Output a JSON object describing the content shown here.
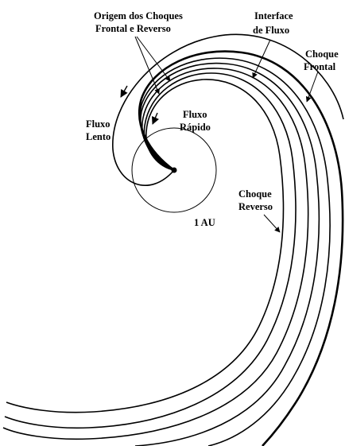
{
  "labels": {
    "origin_line1": "Origem dos Choques",
    "origin_line2": "Frontal e Reverso",
    "interface_line1": "Interface",
    "interface_line2": "de Fluxo",
    "forward_line1": "Choque",
    "forward_line2": "Frontal",
    "slow_line1": "Fluxo",
    "slow_line2": "Lento",
    "fast_line1": "Fluxo",
    "fast_line2": "Rápido",
    "reverse_line1": "Choque",
    "reverse_line2": "Reverso",
    "au": "1 AU"
  },
  "colors": {
    "ink": "#000000",
    "background": "#ffffff"
  }
}
